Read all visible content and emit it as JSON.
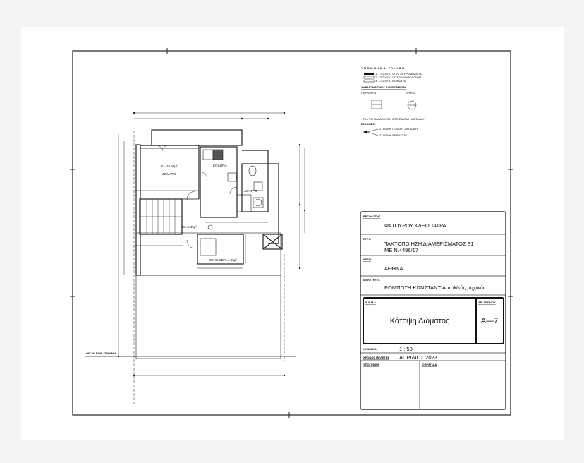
{
  "legend": {
    "title": "ΥΠΟΜΝΗΜΑ ΥΛΙΚΩΝ",
    "materials": [
      "1. ΣΤΟΙΧΕΙΟ ΟΠΛ. ΣΚΥΡΟΔΕΜΑΤΟΣ",
      "2. ΣΤΟΙΧΕΙΟ ΟΠΤΟΠΛΙΝΘΟΔΟΜΗΣ",
      "3. ΣΤΟΙΧΕΙΟ ΜΟΝΩΣΗΣ"
    ],
    "openings_title": "ΧΑΡΑΚΤΗΡΙΣΜΟΣ ΚΟΥΦΩΜΑΤΩΝ",
    "windows": "ΠΑΡΑΘΥΡΑ",
    "doors": "ΘΥΡΕΣ",
    "note": "* ΤΑ ΥΨΗ ΠΑΡΑΘΥΡΩΝ ΑΠΟ ΣΤΑΘΜΗ ΔΑΠΕΔΟΥ",
    "levels_title": "ΣΤΑΘΜΕΣ",
    "levels": [
      "ΣΤΑΘΜΗ ΤΕΛΙΚΟΥ ΔΑΠΕΔΟΥ",
      "ΣΤΑΘΜΗ ΦΕΡΟΥΣΑΣ"
    ]
  },
  "plan": {
    "rooms": {
      "bedroom_area": "Ε1=26.60μ²",
      "bedroom": "ΔΩΜΑΤΙΟ",
      "kitchen": "ΚΟΥΖΙΝΑ",
      "bathroom": "ΛΟΥΤΡΟ",
      "stair_area": "Ε3=8.45μ²",
      "storage_area": "ΒΟΗΘ.ΧΩΡ.=4.60μ²"
    },
    "building_line": "ΟΙΚ.Μ. ΡΥΜ. ΓΡΑΜΜΗ"
  },
  "title_block": {
    "client_label": "ΕΡΓΟΔΟΤΗΣ",
    "client": "ΦΑΤΟΥΡΟΥ ΚΛΕΟΠΑΤΡΑ",
    "project_label": "ΕΡΓΟ",
    "project_line1": "ΤΑΚΤΟΠΟΙΗΣΗ ΔΙΑΜΕΡΙΣΜΑΤΟΣ Ε1",
    "project_line2": "ΜΕ Ν.4496/17",
    "location_label": "ΘΕΣΗ",
    "location": "ΑΘΗΝΑ",
    "designers_label": "ΜΕΛΕΤΗΤΕΣ",
    "designer": "ΡΟΜΠΟΤΗ ΚΩΝΣΤΑΝΤΙΑ  πολ/κός μηχ/κός",
    "subject_label": "Θ Ε Μ Α",
    "subject": "Κάτοψη Δώματος",
    "drawing_no_label": "ΑΡ. ΣΧΕΔΙΟΥ",
    "drawing_no": "Α—7",
    "scale_label": "ΚΛΙΜΑΚΑ",
    "scale": "1 : 50",
    "date_label": "ΧΡΟΝΟΣ ΜΕΛΕΤΗΣ",
    "date": "ΑΠΡΙΛΙΟΣ 2023",
    "signature_label": "ΥΠΟΓΡΑΦΗ",
    "stamp_label": "ΣΦΡΑΓΙΔΑ"
  }
}
